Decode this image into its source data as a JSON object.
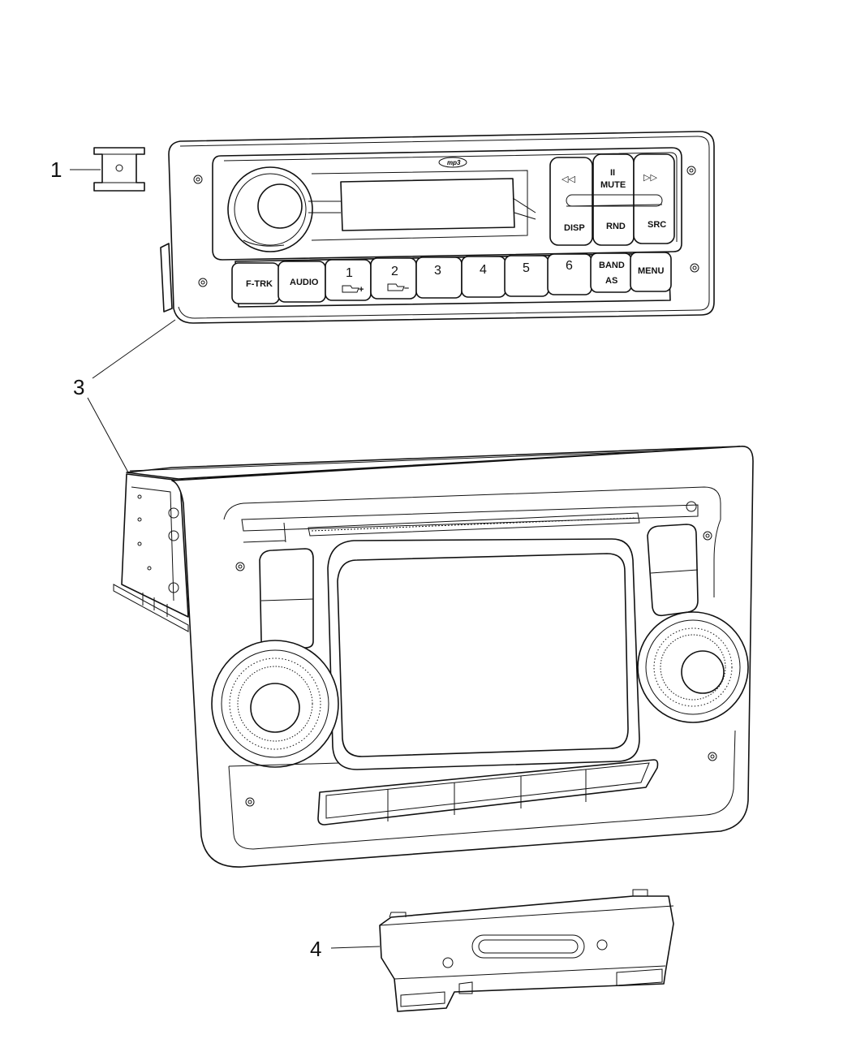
{
  "callouts": [
    "1",
    "3",
    "4"
  ],
  "radio_badge": "mp3",
  "radio_buttons": {
    "rewind": "◁◁",
    "pause": "II",
    "mute": "MUTE",
    "fast_forward": "▷▷",
    "disp": "DISP",
    "rnd": "RND",
    "src": "SRC",
    "ftrk": "F-TRK",
    "audio": "AUDIO",
    "preset1": "1",
    "preset2": "2",
    "preset3": "3",
    "preset4": "4",
    "preset5": "5",
    "preset6": "6",
    "band": "BAND",
    "as": "AS",
    "menu": "MENU"
  }
}
